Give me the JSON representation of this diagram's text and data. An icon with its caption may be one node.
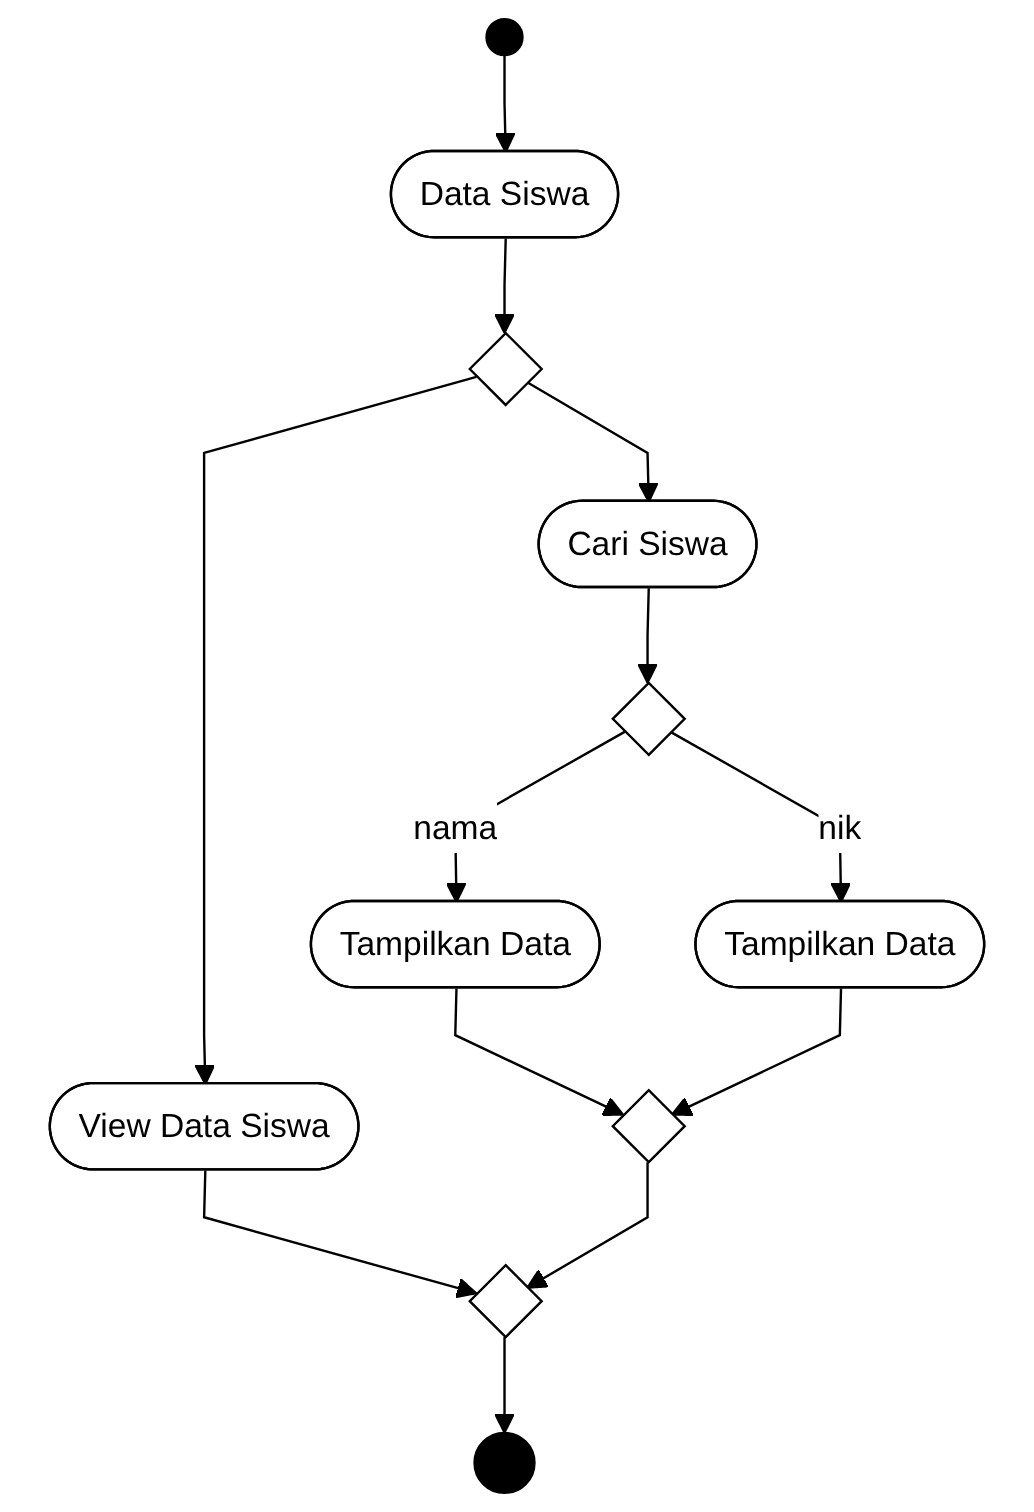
{
  "diagram": {
    "nodes": [
      {
        "text": [],
        "shape": "circle"
      },
      {
        "text": [
          "Data Siswa"
        ]
      },
      {
        "text": [],
        "shape": "diamond"
      },
      {
        "text": [
          "View Data Siswa"
        ]
      },
      {
        "text": [
          "Cari Siswa"
        ]
      },
      {
        "text": [],
        "shape": "diamond"
      },
      {
        "text": [
          "Tampilkan Data"
        ]
      },
      {
        "text": [
          "Tampilkan Data"
        ]
      },
      {
        "text": [],
        "shape": "diamond"
      },
      {
        "text": [],
        "shape": "diamond"
      },
      {
        "text": [],
        "shape": "circle"
      }
    ],
    "edges": [
      {
        "from": 0,
        "to": 1,
        "arrow": "to"
      },
      {
        "from": 1,
        "to": 2,
        "arrow": "to"
      },
      {
        "from": 2,
        "to": 3,
        "arrow": "to"
      },
      {
        "from": 2,
        "to": 4,
        "arrow": "to"
      },
      {
        "from": 4,
        "to": 5,
        "arrow": "to"
      },
      {
        "from": 5,
        "to": 6,
        "arrow": "to",
        "label": "nama"
      },
      {
        "from": 5,
        "to": 7,
        "arrow": "to",
        "label": "nik"
      },
      {
        "from": 6,
        "to": 8,
        "arrow": "to"
      },
      {
        "from": 7,
        "to": 8,
        "arrow": "to"
      },
      {
        "from": 3,
        "to": 9,
        "arrow": "to"
      },
      {
        "from": 8,
        "to": 9,
        "arrow": "to"
      },
      {
        "from": 9,
        "to": 10,
        "arrow": "to"
      }
    ]
  }
}
